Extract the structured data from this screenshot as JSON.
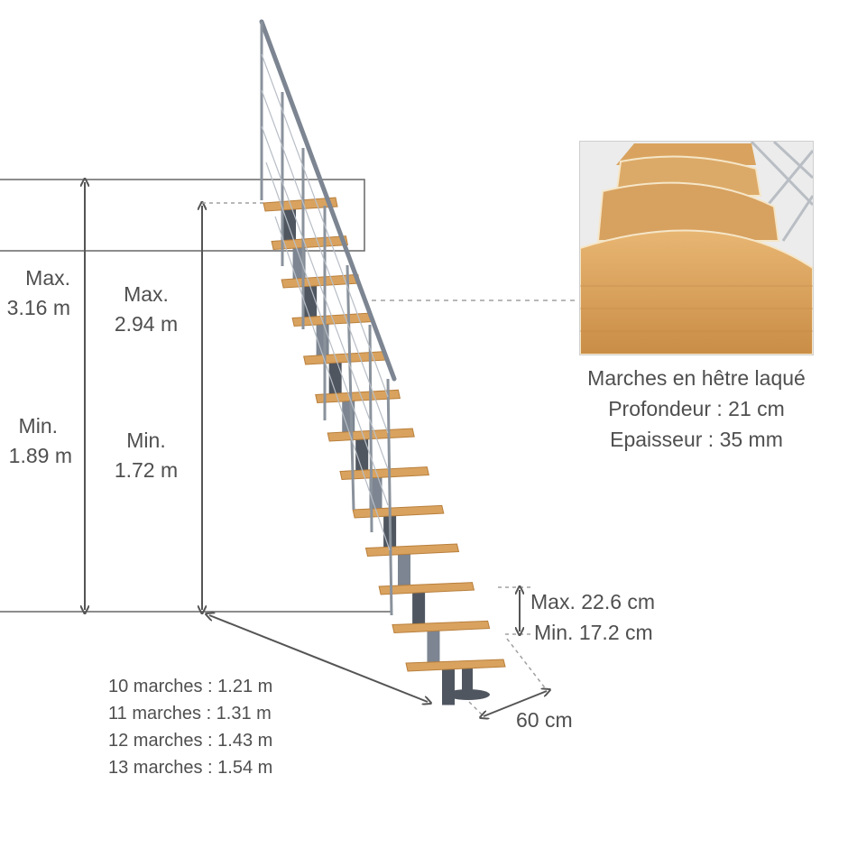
{
  "outer_height": {
    "max_label": "Max.",
    "max_value": "3.16 m",
    "min_label": "Min.",
    "min_value": "1.89 m"
  },
  "inner_height": {
    "max_label": "Max.",
    "max_value": "2.94 m",
    "min_label": "Min.",
    "min_value": "1.72 m"
  },
  "riser": {
    "max": "Max. 22.6 cm",
    "min": "Min. 17.2 cm"
  },
  "width": "60 cm",
  "lengths": [
    "10 marches : 1.21 m",
    "11 marches : 1.31 m",
    "12 marches : 1.43 m",
    "13 marches : 1.54 m"
  ],
  "tread_detail": [
    "Marches en hêtre laqué",
    "Profondeur : 21 cm",
    "Epaisseur : 35 mm"
  ],
  "colors": {
    "wood": "#d9a35f",
    "wood_dark": "#b97f3c",
    "metal": "#7c8591",
    "metal_dark": "#4f5660",
    "dimension_line": "#555555",
    "dashed": "#a0a0a0"
  },
  "tread_count": 13
}
